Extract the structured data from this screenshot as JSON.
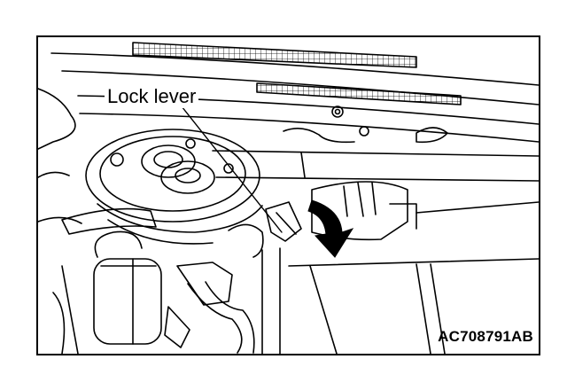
{
  "figure": {
    "callout_label": "Lock lever",
    "figure_code": "AC708791AB",
    "arrow_direction": "rotate-down"
  },
  "colors": {
    "ink": "#000000",
    "paper": "#ffffff"
  }
}
